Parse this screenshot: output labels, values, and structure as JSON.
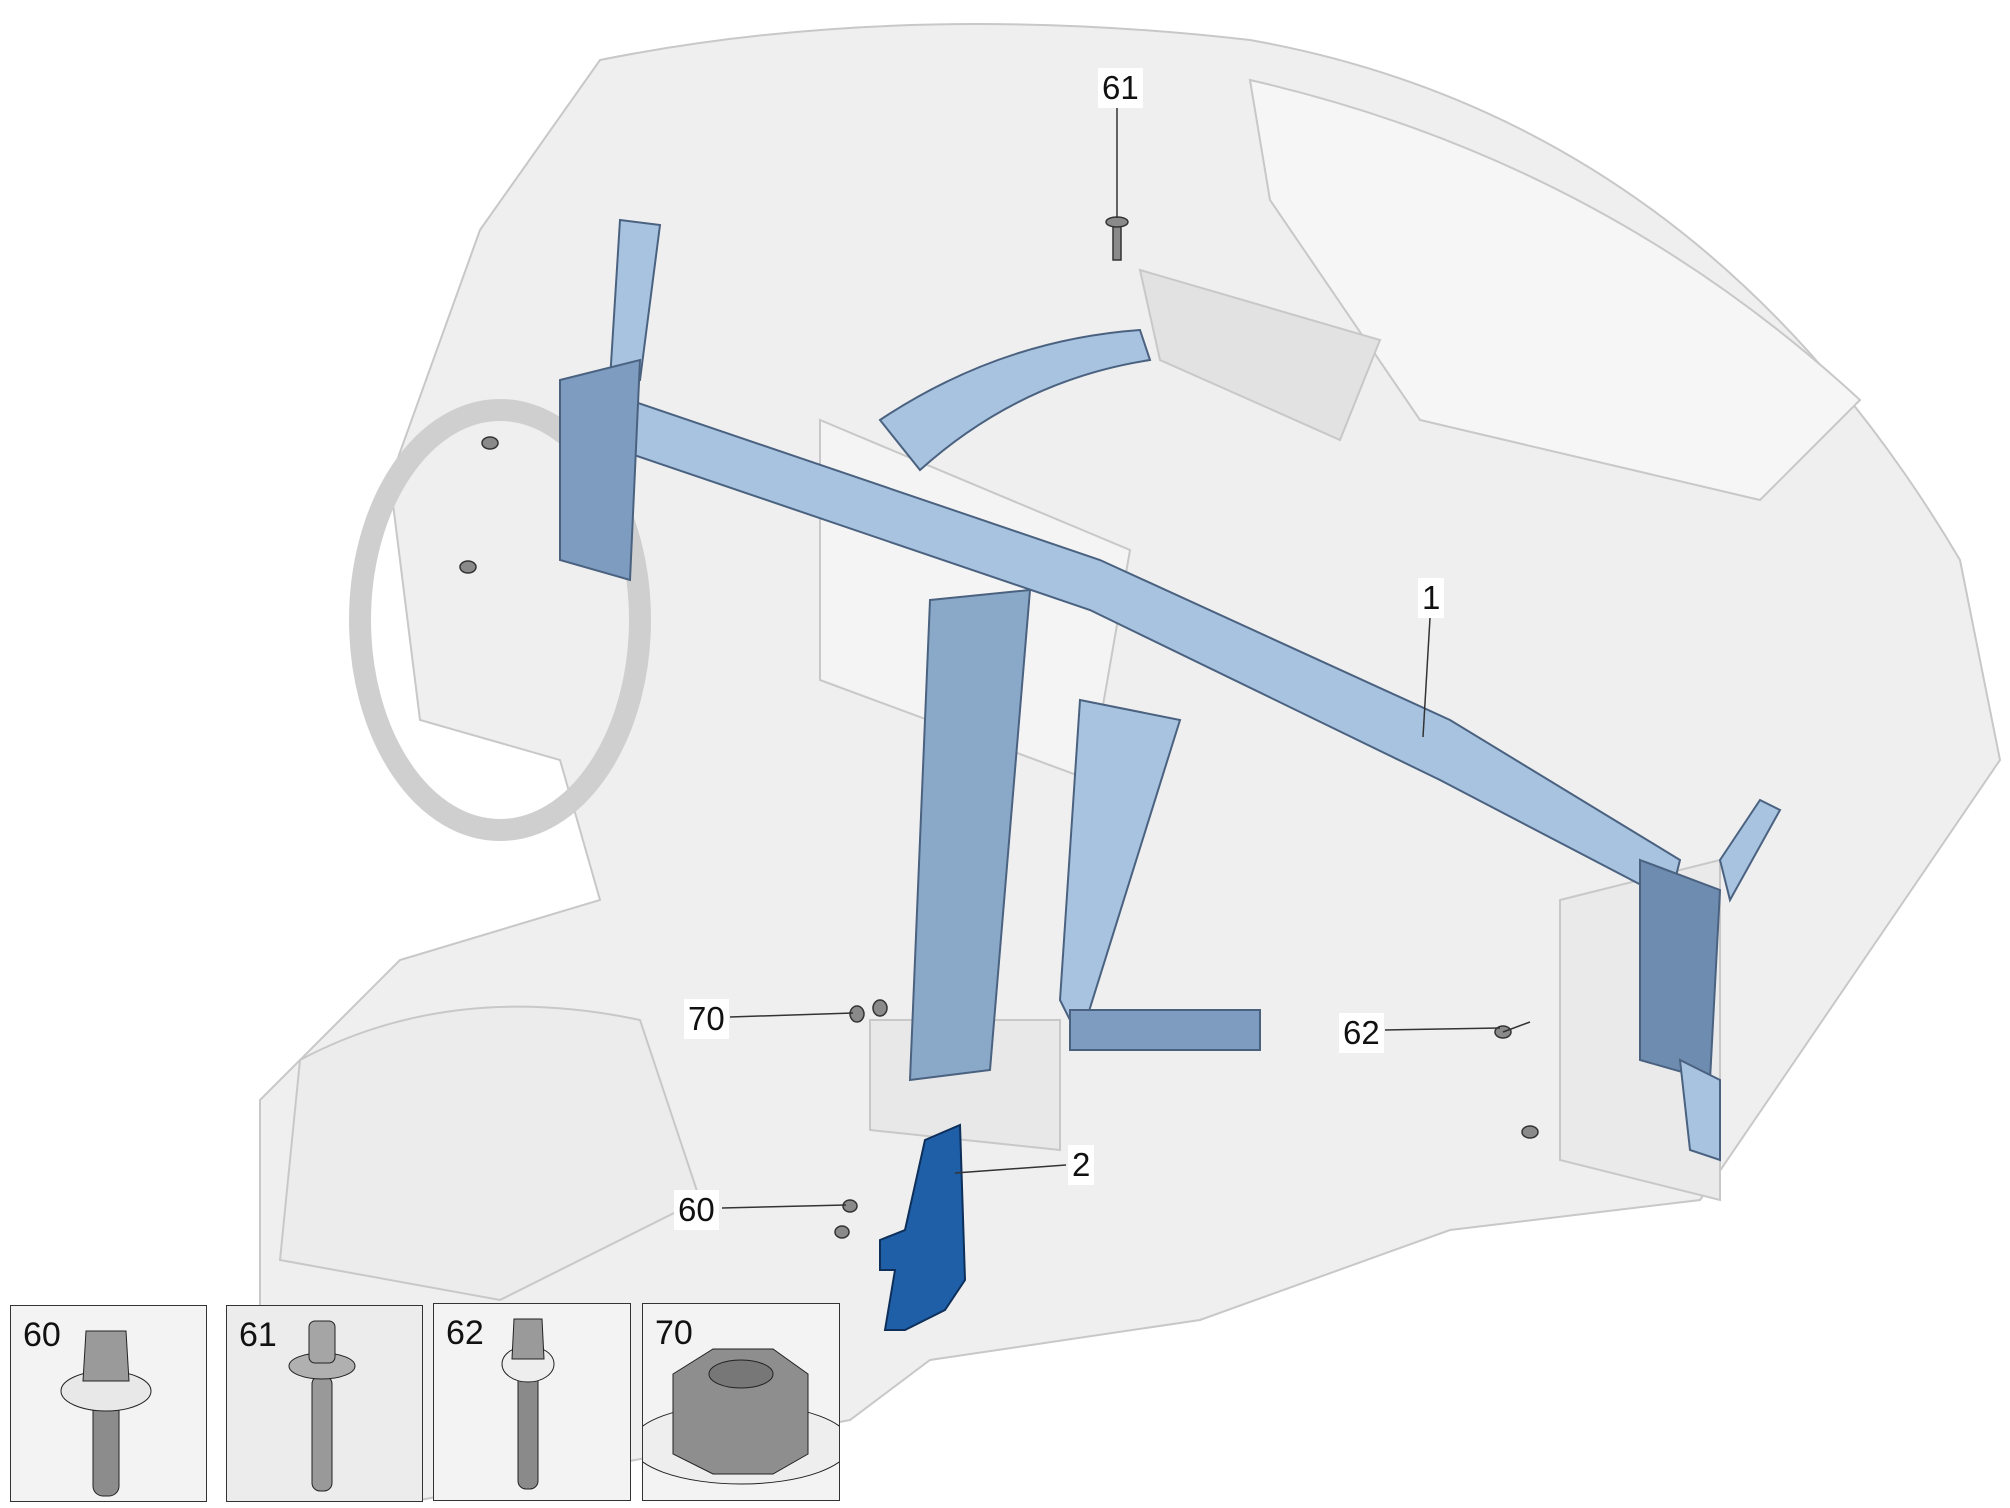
{
  "diagram": {
    "callouts": [
      {
        "id": "61",
        "part": "bolt-top"
      },
      {
        "id": "1",
        "part": "cross-car-beam"
      },
      {
        "id": "62",
        "part": "bolt-side"
      },
      {
        "id": "70",
        "part": "nut"
      },
      {
        "id": "2",
        "part": "bracket"
      },
      {
        "id": "60",
        "part": "bolt-bracket"
      }
    ],
    "detail_panels": [
      {
        "label": "60",
        "icon": "bolt-with-washer-icon"
      },
      {
        "label": "61",
        "icon": "bolt-flange-icon"
      },
      {
        "label": "62",
        "icon": "bolt-flange-long-icon"
      },
      {
        "label": "70",
        "icon": "flange-nut-icon"
      }
    ],
    "colors": {
      "beam": "#8fb2d6",
      "beam_dark": "#5d7fa3",
      "bracket": "#1f5fa8",
      "ghost": "#e6e6e6",
      "ghost_line": "#c4c4c4"
    }
  }
}
